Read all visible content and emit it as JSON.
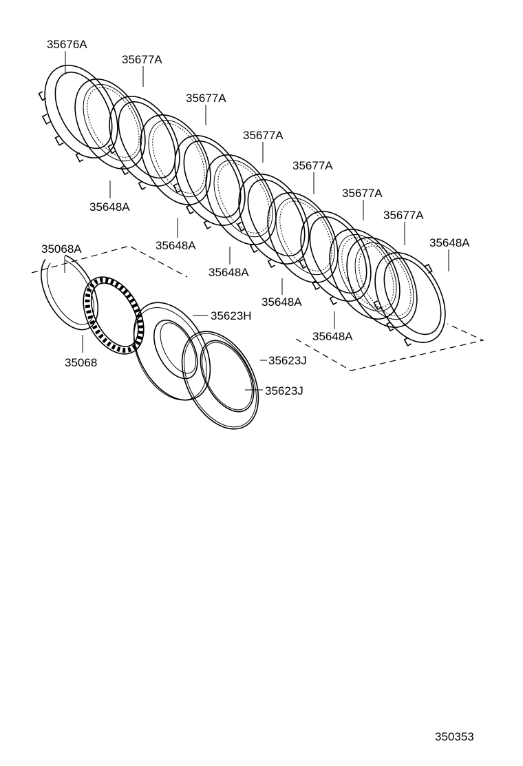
{
  "diagram_number": "350353",
  "labels": {
    "l_35676A": "35676A",
    "l_35677A_1": "35677A",
    "l_35677A_2": "35677A",
    "l_35677A_3": "35677A",
    "l_35677A_4": "35677A",
    "l_35677A_5": "35677A",
    "l_35677A_6": "35677A",
    "l_35648A_1": "35648A",
    "l_35648A_2": "35648A",
    "l_35648A_3": "35648A",
    "l_35648A_4": "35648A",
    "l_35648A_5": "35648A",
    "l_35648A_6": "35648A",
    "l_35068A": "35068A",
    "l_35068": "35068",
    "l_35623H": "35623H",
    "l_35623J_1": "35623J",
    "l_35623J_2": "35623J"
  }
}
